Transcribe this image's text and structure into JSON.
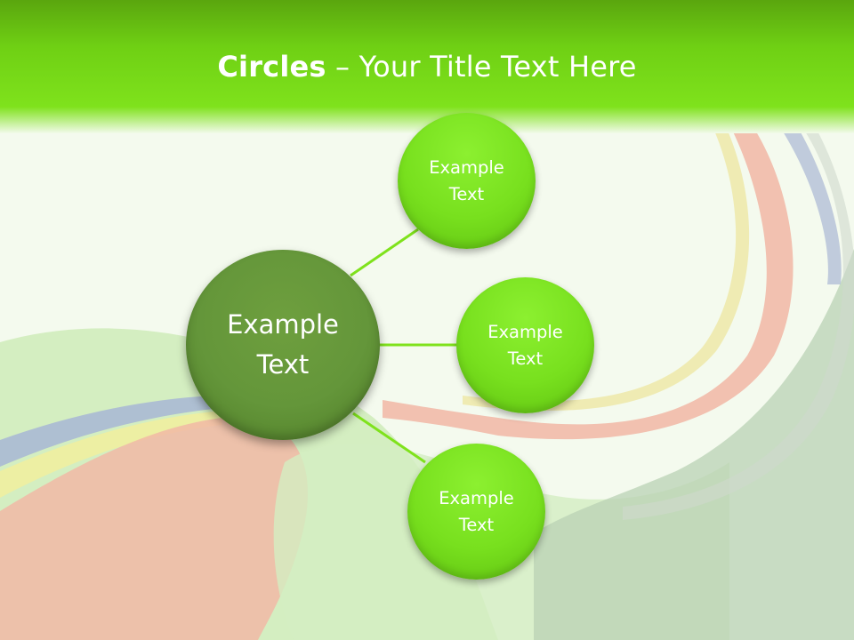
{
  "title": {
    "bold": "Circles",
    "rest": " – Your Title Text Here"
  },
  "diagram": {
    "center": {
      "label": "Example\nText"
    },
    "nodes": [
      {
        "label": "Example\nText"
      },
      {
        "label": "Example\nText"
      },
      {
        "label": "Example\nText"
      }
    ]
  },
  "colors": {
    "header_green": "#6fd014",
    "center_fill": "#64963a",
    "node_fill": "#78e01e",
    "connector": "#7fe21c"
  }
}
